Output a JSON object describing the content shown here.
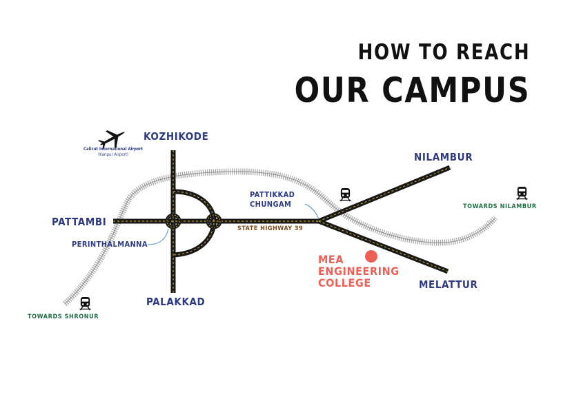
{
  "title": {
    "line1": "HOW TO REACH",
    "line2": "OUR CAMPUS"
  },
  "places": {
    "kozhikode": "KOZHIKODE",
    "pattambi": "PATTAMBI",
    "perinthalmanna": "PERINTHALMANNA",
    "palakkad": "PALAKKAD",
    "pattikkad_line1": "PATTIKKAD",
    "pattikkad_line2": "CHUNGAM",
    "nilambur": "NILAMBUR",
    "melattur": "MELATTUR",
    "towards_nilambur": "TOWARDS NILAMBUR",
    "towards_shronur": "TOWARDS SHRONUR",
    "state_highway": "STATE HIGHWAY 39"
  },
  "airport": {
    "name": "Calicut International Airport",
    "alt": "(Karipur Airport)"
  },
  "college": {
    "line1": "MEA",
    "line2": "ENGINEERING",
    "line3": "COLLEGE"
  },
  "colors": {
    "road": "#1a1a1a",
    "road_dash": "#f2c230",
    "rail": "#9a9a9a",
    "place_label": "#2e3b82",
    "direction_label": "#1f6f45",
    "highway_label": "#7a4b1a",
    "college": "#ee5f55",
    "pointer_line": "#4a8cc8"
  },
  "icons": [
    "airplane-icon",
    "train-icon"
  ]
}
